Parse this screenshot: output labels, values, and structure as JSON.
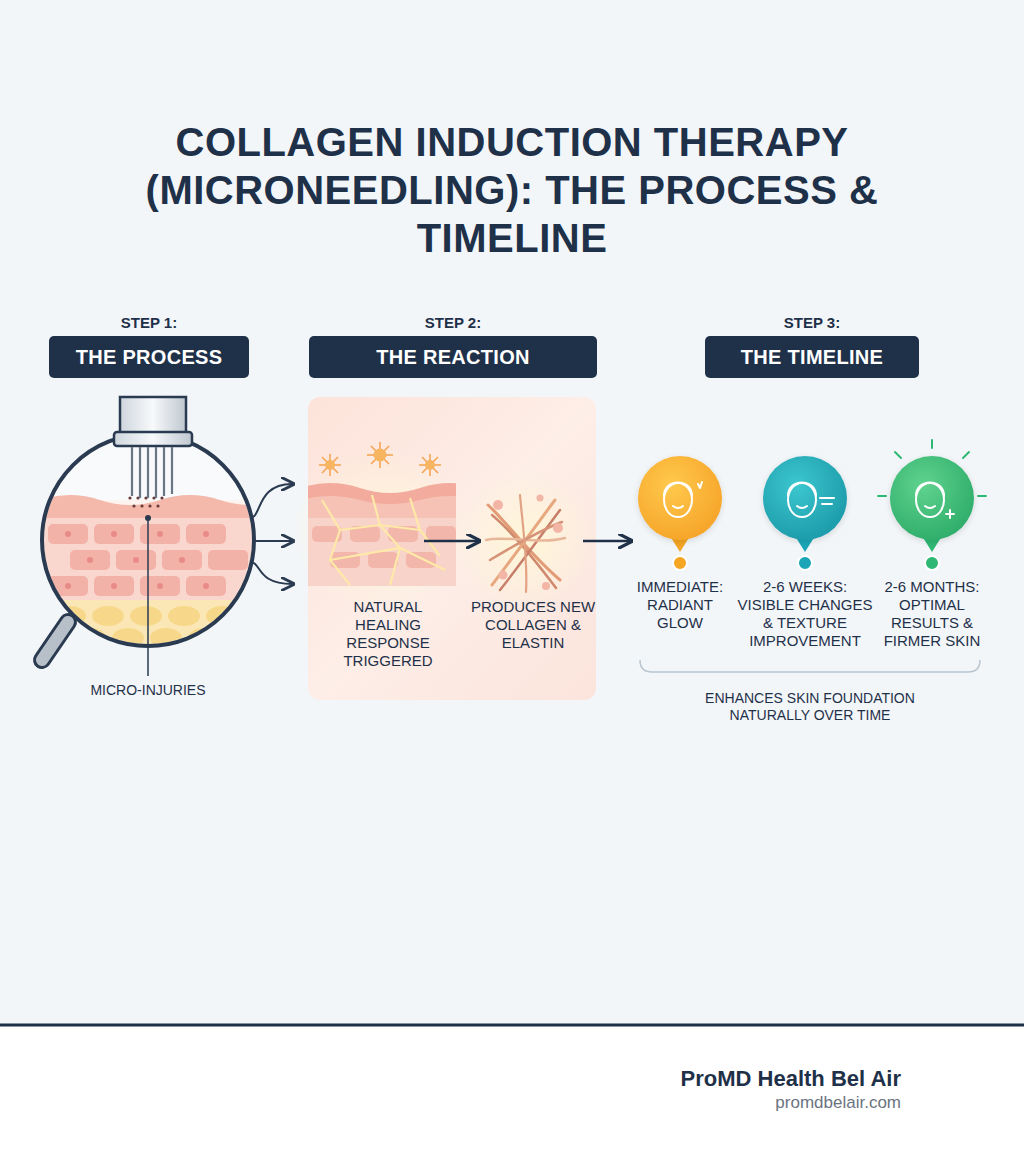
{
  "diagram": {
    "title": "COLLAGEN INDUCTION THERAPY (MICRONEEDLING): THE PROCESS & TIMELINE",
    "nodes": [
      {
        "text": [
          "STEP 1:",
          "THE PROCESS"
        ]
      },
      {
        "text": [
          "STEP 2:",
          "THE REACTION"
        ]
      },
      {
        "text": [
          "STEP 3:",
          "THE TIMELINE"
        ]
      },
      {
        "text": [
          "IMMEDIATE: RADIANT GLOW"
        ]
      },
      {
        "text": [
          "2-6 WEEKS: VISIBLE CHANGES & TEXTURE IMPROVEMENT"
        ]
      },
      {
        "text": [
          "2-6 MONTHS: OPTIMAL RESULTS & FIRMER SKIN"
        ]
      }
    ],
    "labels": [
      "MICRO-INJURIES",
      "NATURAL HEALING RESPONSE TRIGGERED",
      "PRODUCES NEW COLLAGEN & ELASTIN",
      "ENHANCES SKIN FOUNDATION NATURALLY OVER TIME",
      "ProMD Health Bel Air",
      "promdbelair.com"
    ]
  }
}
